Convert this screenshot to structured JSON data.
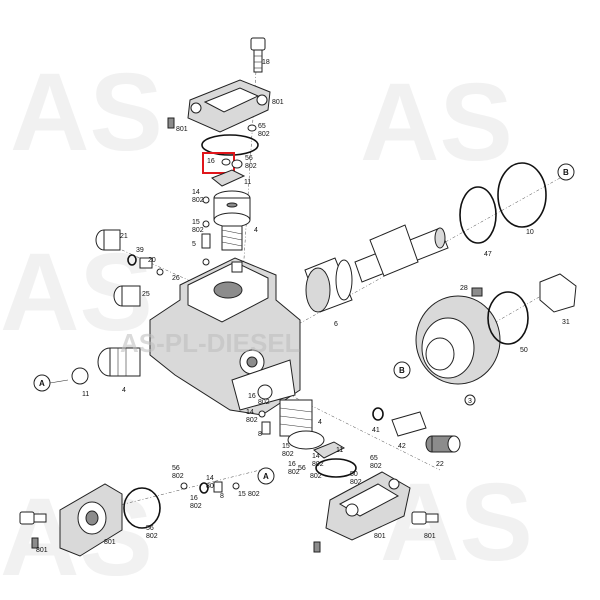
{
  "watermark": {
    "text": "AS-PL-DIESEL",
    "pattern_letter": "AS"
  },
  "highlight": {
    "color": "#e0161b",
    "target": "16 802 seal group"
  },
  "labels": {
    "l801_top": "801",
    "l801_bolt": "801",
    "l65": "65",
    "l802_a": "802",
    "l16": "16",
    "l56": "56",
    "l802_b": "802",
    "l11": "11",
    "l14": "14",
    "l802_c": "802",
    "l15": "15",
    "l802_d": "802",
    "l5": "5",
    "l4_top": "4",
    "l21": "21",
    "l39": "39",
    "l20": "20",
    "l26": "26",
    "l25": "25",
    "l6": "6",
    "l47": "47",
    "l10": "10",
    "lB_top": "B",
    "l28": "28",
    "l31": "31",
    "l50": "50",
    "lB_mid": "B",
    "l3": "3",
    "lA_left": "A",
    "l11_left": "11",
    "l4_left": "4",
    "l16_mid": "16",
    "l802_e": "802",
    "l14_mid": "14",
    "l802_f": "802",
    "l8": "8",
    "l4_mid": "4",
    "l15_mid": "15",
    "l802_g": "802",
    "l11_mid": "11",
    "l16_r": "16",
    "l802_h": "802",
    "l56_r": "56",
    "l802_i": "802",
    "l14_r": "14",
    "l802_j": "802",
    "l50_r": "50",
    "l802_k": "802",
    "l65_r": "65",
    "l802_l": "802",
    "l41": "41",
    "l42": "42",
    "l22": "22",
    "l56_b": "56",
    "l802_m": "802",
    "l16_b": "16",
    "l802_n": "802",
    "l14_b": "14",
    "l802_o": "802",
    "l8_b": "8",
    "l15_b": "15",
    "l802_p": "802",
    "lA_bottom": "A",
    "l801_bl": "801",
    "l56_bl": "56",
    "l802_q": "802",
    "l801_bb": "801",
    "l801_br": "801",
    "l801_bc": "801"
  }
}
